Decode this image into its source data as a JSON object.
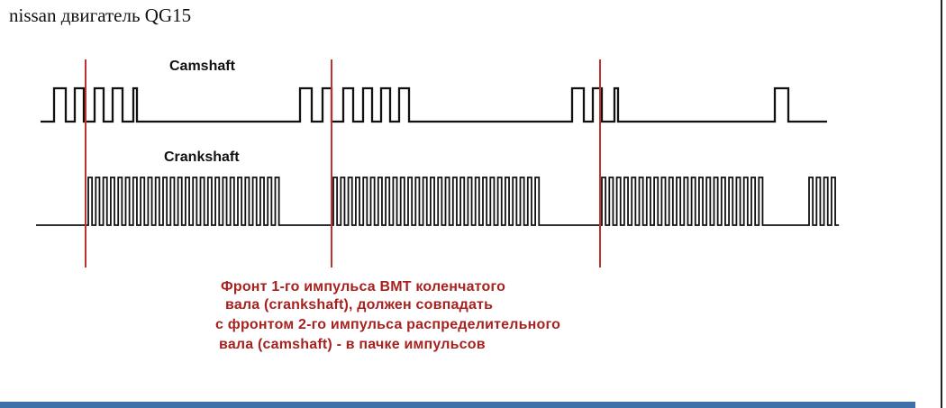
{
  "page": {
    "title": "nissan двигатель QG15"
  },
  "diagram": {
    "camshaft_label": "Camshaft",
    "crankshaft_label": "Crankshaft",
    "note_lines": [
      "Фронт 1-го импульса ВМТ  коленчатого",
      "вала (crankshaft), должен совпадать",
      "с фронтом 2-го импульса распределительного",
      "вала (camshaft) - в пачке импульсов"
    ],
    "colors": {
      "signal": "#111111",
      "marker": "#c0322f",
      "note": "#a7221f",
      "accent_bar": "#3e71a7"
    }
  }
}
